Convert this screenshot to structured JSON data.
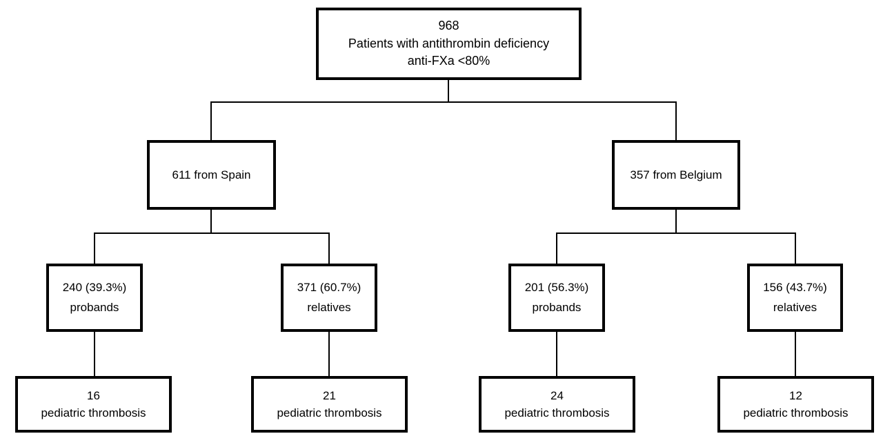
{
  "diagram": {
    "type": "flowchart",
    "background_color": "#ffffff",
    "box_border_color": "#000000",
    "connector_color": "#000000",
    "nodes": {
      "total": {
        "lines": [
          "968",
          "Patients with antithrombin deficiency",
          "anti-FXa <80%"
        ]
      },
      "spain": {
        "lines": [
          "611 from Spain"
        ]
      },
      "belgium": {
        "lines": [
          "357 from Belgium"
        ]
      },
      "spain_probands": {
        "lines": [
          "240 (39.3%)",
          "probands"
        ]
      },
      "spain_relatives": {
        "lines": [
          "371 (60.7%)",
          "relatives"
        ]
      },
      "belgium_probands": {
        "lines": [
          "201 (56.3%)",
          "probands"
        ]
      },
      "belgium_relatives": {
        "lines": [
          "156 (43.7%)",
          "relatives"
        ]
      },
      "spain_probands_pediatric": {
        "lines": [
          "16",
          "pediatric thrombosis"
        ]
      },
      "spain_relatives_pediatric": {
        "lines": [
          "21",
          "pediatric thrombosis"
        ]
      },
      "belgium_probands_pediatric": {
        "lines": [
          "24",
          "pediatric thrombosis"
        ]
      },
      "belgium_relatives_pediatric": {
        "lines": [
          "12",
          "pediatric thrombosis"
        ]
      }
    }
  }
}
